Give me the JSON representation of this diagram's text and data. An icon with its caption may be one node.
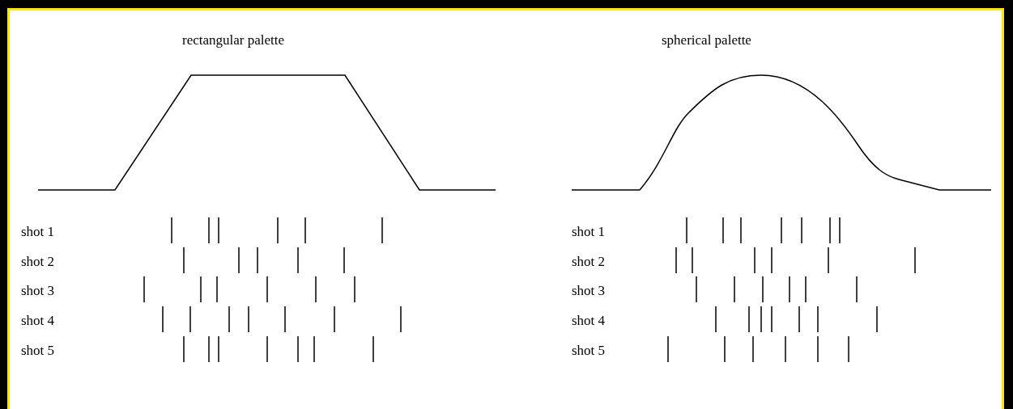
{
  "diagram": {
    "labels": [
      "rectangular palette",
      "spherical palette",
      "shot 1",
      "shot 1",
      "shot 2",
      "shot 2",
      "shot 3",
      "shot 3",
      "shot 4",
      "shot 4",
      "shot 5",
      "shot 5"
    ]
  }
}
